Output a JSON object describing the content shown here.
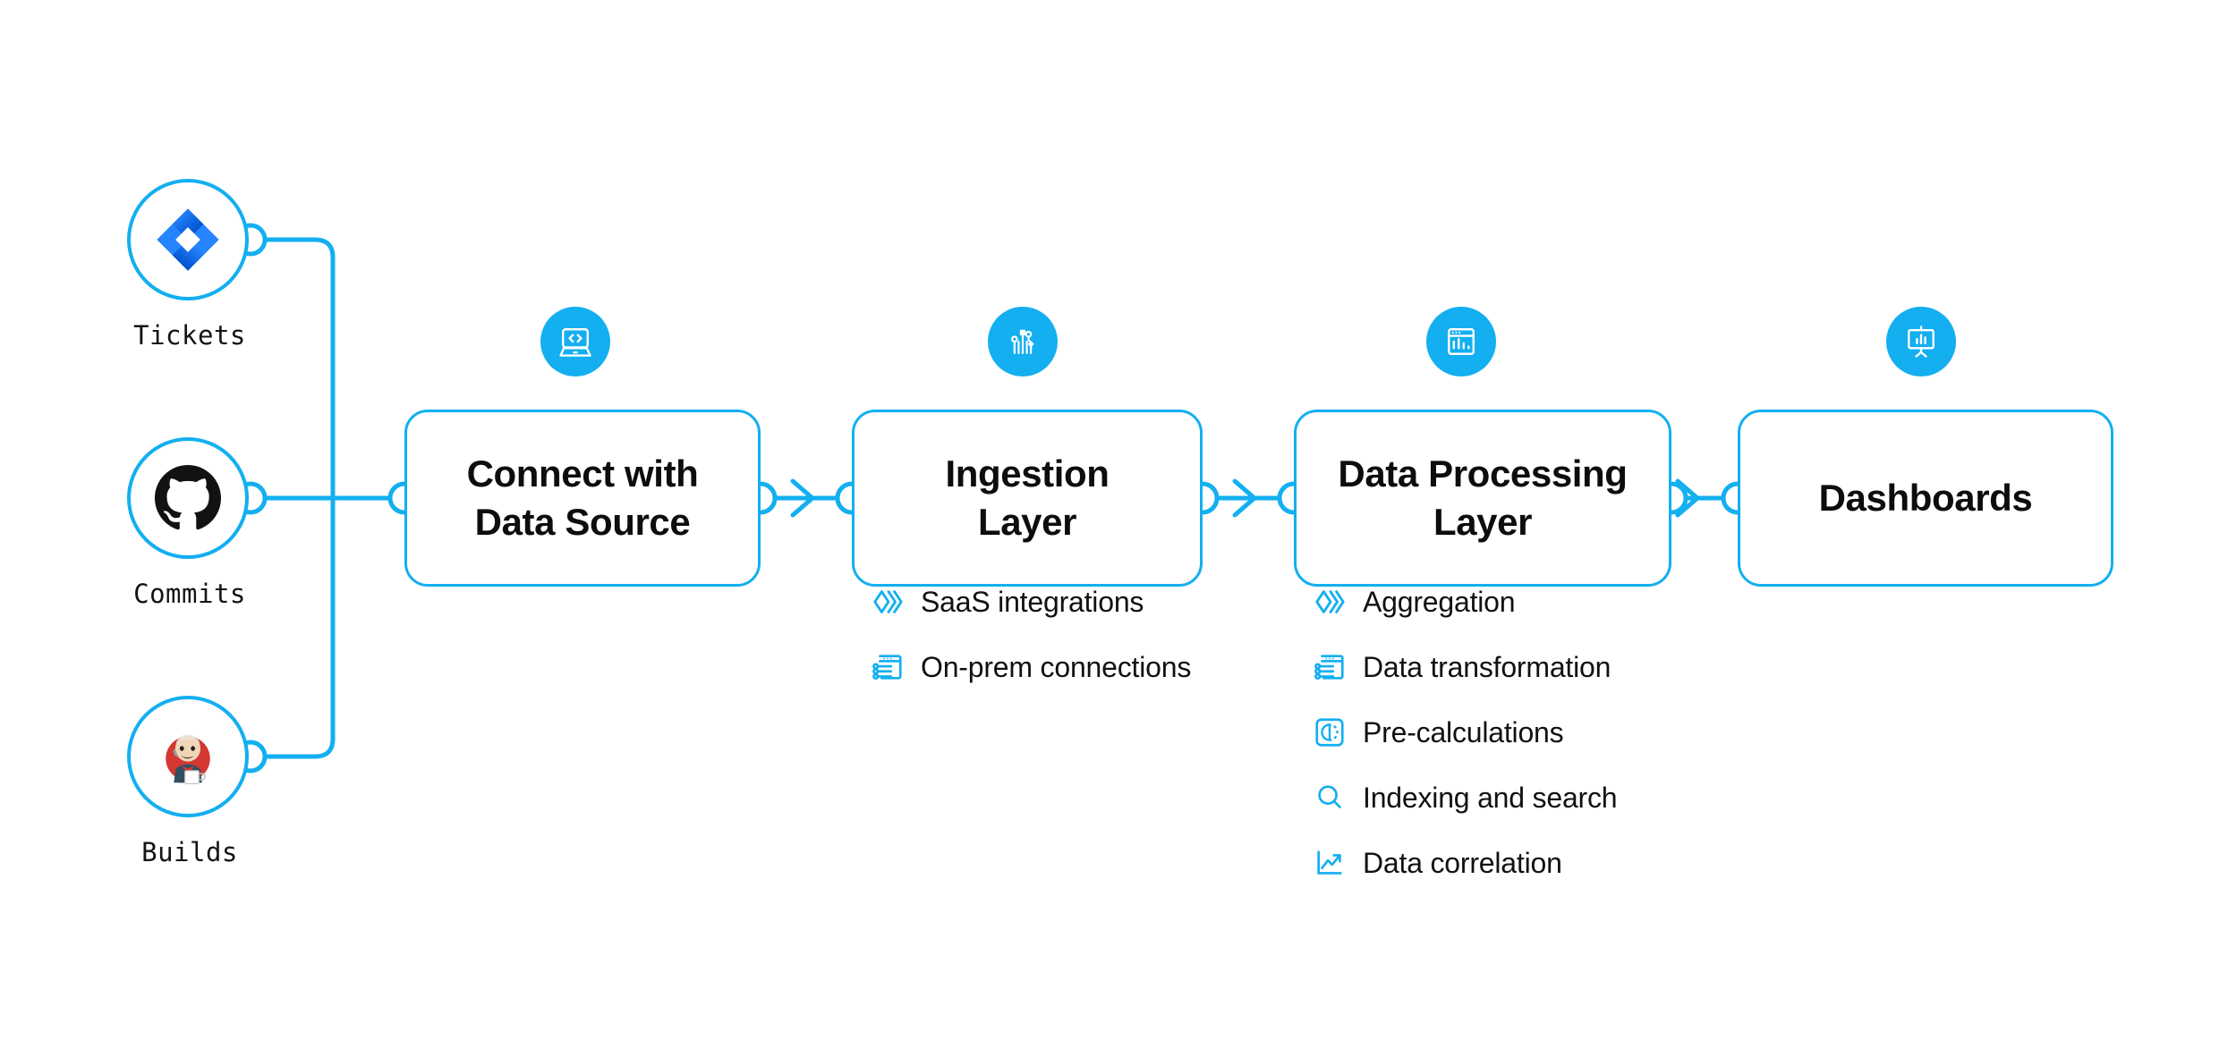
{
  "theme": {
    "accent": "#13AFF0",
    "badge_fill": "#13AFF0",
    "text": "#111111",
    "background": "#FFFFFF",
    "jira_blue": "#2684FF",
    "github_black": "#121212",
    "jenkins_red": "#D33833"
  },
  "sources": [
    {
      "id": "tickets",
      "label": "Tickets",
      "icon": "jira-icon"
    },
    {
      "id": "commits",
      "label": "Commits",
      "icon": "github-icon"
    },
    {
      "id": "builds",
      "label": "Builds",
      "icon": "jenkins-icon"
    }
  ],
  "stages": [
    {
      "id": "connect-with-data-source",
      "title": "Connect with\nData Source",
      "icon": "laptop-code-icon",
      "features": []
    },
    {
      "id": "ingestion-layer",
      "title": "Ingestion\nLayer",
      "icon": "circuit-nodes-icon",
      "features": [
        {
          "label": "SaaS integrations",
          "icon": "stacked-chevrons-icon"
        },
        {
          "label": "On-prem connections",
          "icon": "server-window-icon"
        }
      ]
    },
    {
      "id": "data-processing-layer",
      "title": "Data Processing\nLayer",
      "icon": "window-bar-chart-icon",
      "features": [
        {
          "label": "Aggregation",
          "icon": "stacked-chevrons-icon"
        },
        {
          "label": "Data transformation",
          "icon": "server-window-icon"
        },
        {
          "label": "Pre-calculations",
          "icon": "gauge-timer-icon"
        },
        {
          "label": "Indexing and search",
          "icon": "magnifier-icon"
        },
        {
          "label": "Data correlation",
          "icon": "line-chart-icon"
        }
      ]
    },
    {
      "id": "dashboards",
      "title": "Dashboards",
      "icon": "presentation-chart-icon",
      "features": []
    }
  ],
  "connectors": [
    {
      "id": "sources-bus-to-connect",
      "kind": "bus-line"
    },
    {
      "id": "connect-to-ingestion",
      "kind": "arrow"
    },
    {
      "id": "ingestion-to-processing",
      "kind": "arrow"
    },
    {
      "id": "processing-to-dashboards",
      "kind": "arrow"
    }
  ]
}
